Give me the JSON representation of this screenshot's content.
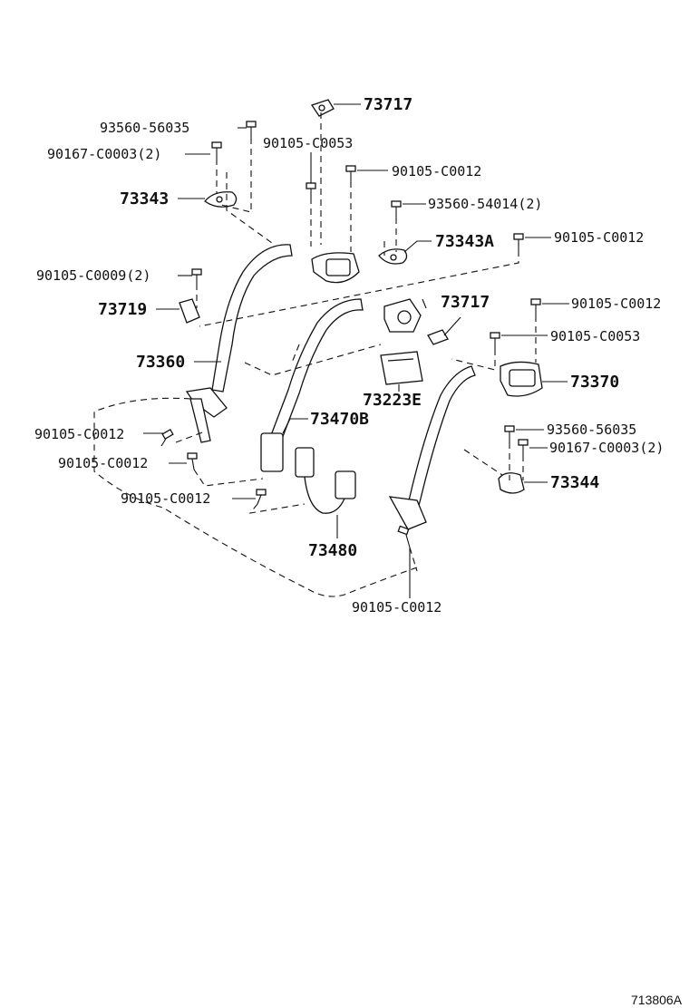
{
  "labels": {
    "p73717_top": "73717",
    "p93560_56035_a": "93560-56035",
    "p90105_c0053_a": "90105-C0053",
    "p90167_c0003_a": "90167-C0003(2)",
    "p90105_c0012_a": "90105-C0012",
    "p73343": "73343",
    "p93560_54014": "93560-54014(2)",
    "p73343a": "73343A",
    "p90105_c0012_b": "90105-C0012",
    "p90105_c0009": "90105-C0009(2)",
    "p73717_mid": "73717",
    "p90105_c0012_c": "90105-C0012",
    "p73719": "73719",
    "p90105_c0053_b": "90105-C0053",
    "p73360": "73360",
    "p73370": "73370",
    "p73223e": "73223E",
    "p90105_c0012_d": "90105-C0012",
    "p73470b": "73470B",
    "p93560_56035_b": "93560-56035",
    "p90167_c0003_b": "90167-C0003(2)",
    "p90105_c0012_e": "90105-C0012",
    "p73344": "73344",
    "p90105_c0012_f": "90105-C0012",
    "p73480": "73480",
    "p90105_c0012_g": "90105-C0012"
  },
  "figure_id": "713806A"
}
